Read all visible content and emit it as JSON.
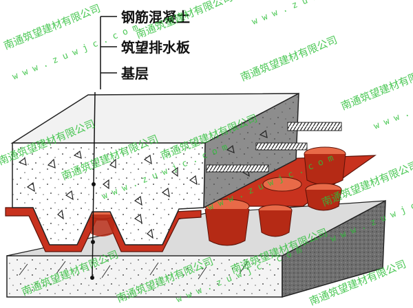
{
  "labels": {
    "concrete": "钢筋混凝土",
    "drain_board": "筑望排水板",
    "base_layer": "基层"
  },
  "watermark": {
    "company": "南通筑望建材有限公司",
    "url": "w w w . z u w j c . c o m"
  },
  "colors": {
    "drain_board": "#c8321e",
    "drain_board_highlight": "#e86a48",
    "concrete_top": "#f2f2f2",
    "concrete_side": "#8d8d8d",
    "base_side": "#5f5f5f",
    "watermark": "#2fbf3a"
  }
}
